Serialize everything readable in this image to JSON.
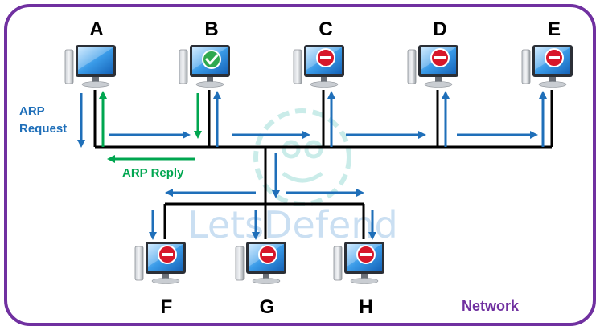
{
  "network_label": "Network",
  "watermark": "LetsDefend",
  "arp_request": [
    "ARP",
    "Request"
  ],
  "arp_reply": "ARP Reply",
  "colors": {
    "frame": "#7030a0",
    "request_arrow": "#1f6fb9",
    "reply_arrow": "#00a650",
    "bus": "#000000",
    "network_text": "#7030a0"
  },
  "nodes": [
    {
      "id": "A",
      "label": "A",
      "status": "none",
      "status_icon": "none"
    },
    {
      "id": "B",
      "label": "B",
      "status": "ok",
      "status_icon": "check-icon"
    },
    {
      "id": "C",
      "label": "C",
      "status": "blocked",
      "status_icon": "no-entry-icon"
    },
    {
      "id": "D",
      "label": "D",
      "status": "blocked",
      "status_icon": "no-entry-icon"
    },
    {
      "id": "E",
      "label": "E",
      "status": "blocked",
      "status_icon": "no-entry-icon"
    },
    {
      "id": "F",
      "label": "F",
      "status": "blocked",
      "status_icon": "no-entry-icon"
    },
    {
      "id": "G",
      "label": "G",
      "status": "blocked",
      "status_icon": "no-entry-icon"
    },
    {
      "id": "H",
      "label": "H",
      "status": "blocked",
      "status_icon": "no-entry-icon"
    }
  ]
}
